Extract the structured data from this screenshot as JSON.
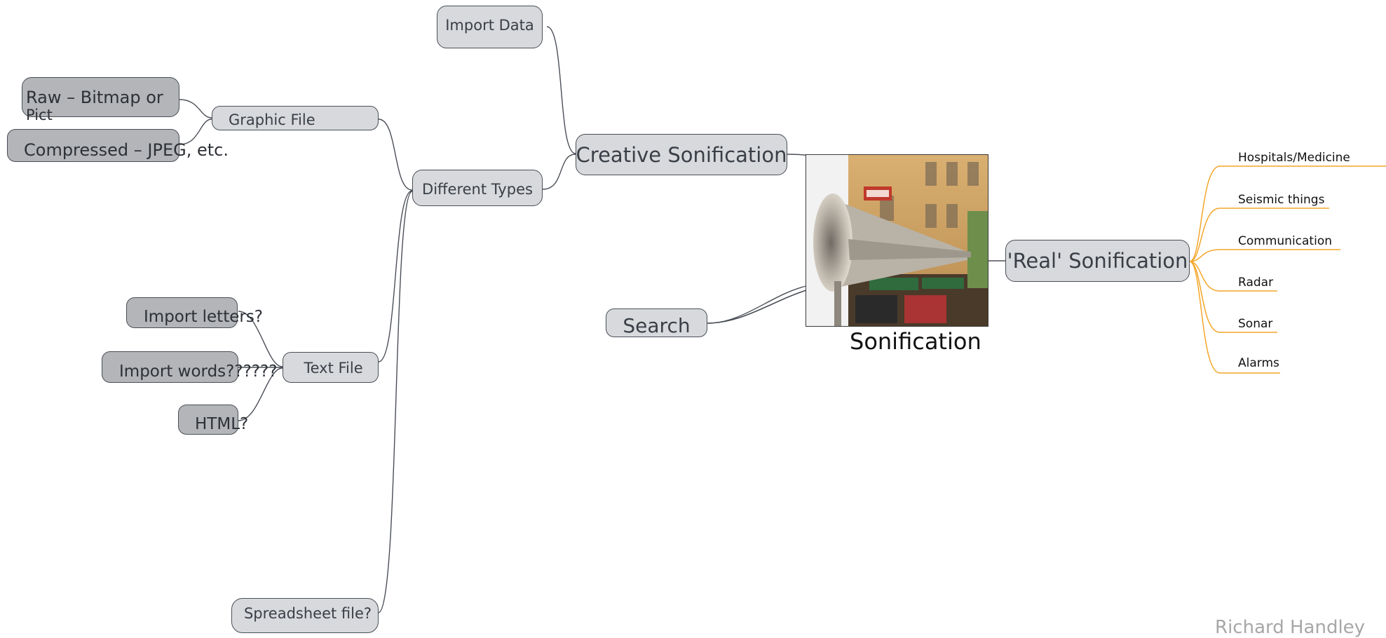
{
  "center": {
    "title": "Sonification",
    "image": "sonification-horn-photo"
  },
  "branches": {
    "creative": "Creative Sonification",
    "real": "'Real' Sonification",
    "search": "Search"
  },
  "creative_children": {
    "import_data": "Import Data",
    "different_types": "Different Types"
  },
  "types": {
    "graphic_file": "Graphic File",
    "text_file": "Text File",
    "spreadsheet": "Spreadsheet file?"
  },
  "graphic_children": {
    "raw_line1": "Raw – Bitmap or",
    "raw_line2": "Pict",
    "compressed": "Compressed – JPEG, etc."
  },
  "text_children": {
    "letters": "Import letters?",
    "words": "Import words??????",
    "html": "HTML?"
  },
  "real_children": [
    "Hospitals/Medicine",
    "Seismic things",
    "Communication",
    "Radar",
    "Sonar",
    "Alarms"
  ],
  "author": "Richard Handley",
  "colors": {
    "node_fill": "#d7d9dc",
    "dark_node_fill": "#b3b5b8",
    "link": "#4a4f57",
    "real_link": "#f4a62a"
  }
}
